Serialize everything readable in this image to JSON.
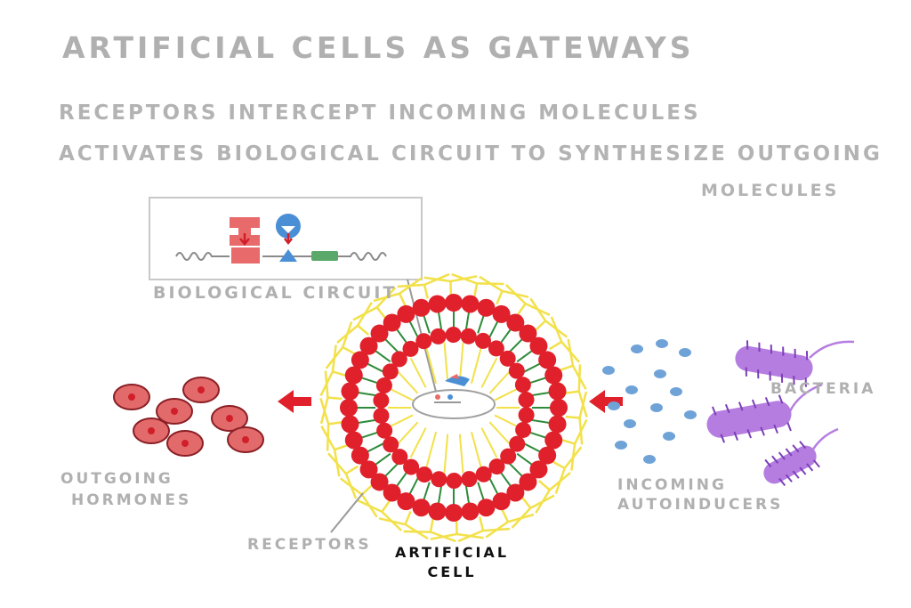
{
  "title": "ARTIFICIAL CELLS AS GATEWAYS",
  "bullets": [
    "RECEPTORS INTERCEPT INCOMING MOLECULES",
    "ACTIVATES BIOLOGICAL CIRCUIT TO SYNTHESIZE OUTGOING",
    "MOLECULES"
  ],
  "labels": {
    "biological_circuit": "BIOLOGICAL CIRCUIT",
    "bacteria": "BACTERIA",
    "outgoing_1": "OUTGOING",
    "outgoing_2": "HORMONES",
    "incoming_1": "INCOMING",
    "incoming_2": "AUTOINDUCERS",
    "receptors": "RECEPTORS",
    "cell_1": "ARTIFICIAL",
    "cell_2": "CELL"
  },
  "colors": {
    "text_gray": "#b3b3b3",
    "lipid_head": "#e0202a",
    "lipid_tail": "#2e8b3a",
    "receptor": "#f2e14a",
    "hormone_fill": "#e36a6a",
    "hormone_nucleus": "#d11f2a",
    "autoinducer": "#6fa3d8",
    "bacteria": "#b57de0",
    "arrow": "#e0202a",
    "repressor_red": "#e86a6a",
    "repressor_blue": "#4a8fd6",
    "gene_green": "#5aa86a"
  },
  "icons": [
    "red-arrow-icon",
    "dna-icon",
    "repressor-icon",
    "promoter-icon"
  ]
}
